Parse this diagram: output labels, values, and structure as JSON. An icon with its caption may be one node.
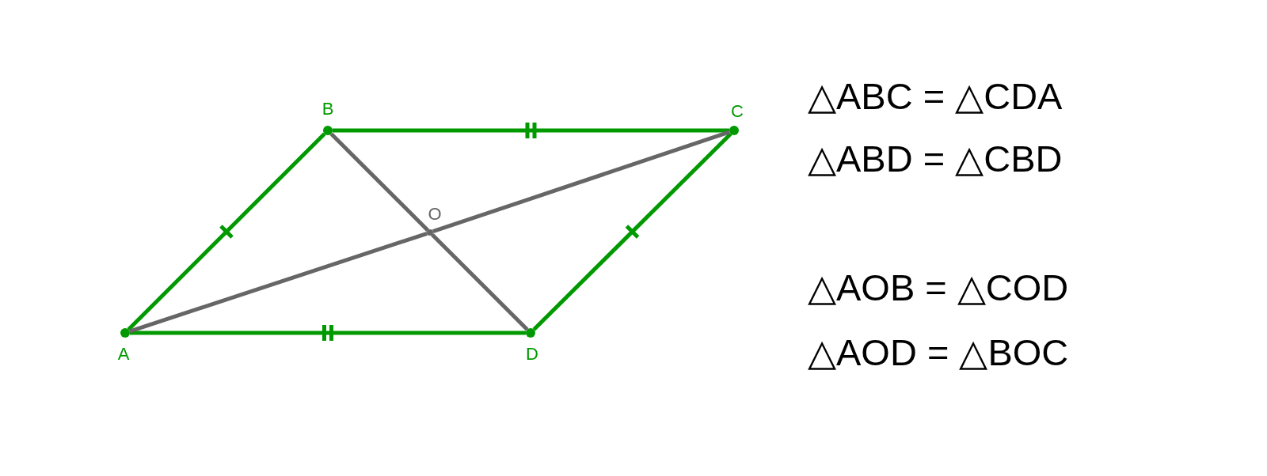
{
  "diagram": {
    "nodes": [
      {
        "text": [],
        "shape": "circle",
        "beside": [
          "A"
        ]
      },
      {
        "text": [],
        "shape": "circle",
        "beside": [
          "B"
        ]
      },
      {
        "text": [],
        "shape": "circle",
        "beside": [
          "C"
        ]
      },
      {
        "text": [],
        "shape": "circle",
        "beside": [
          "D"
        ]
      },
      {
        "text": [],
        "shape": "circle",
        "beside": [
          "O"
        ]
      }
    ],
    "edges": [
      {
        "from": 0,
        "to": 1,
        "arrow": "none"
      },
      {
        "from": 1,
        "to": 2,
        "arrow": "none"
      },
      {
        "from": 2,
        "to": 3,
        "arrow": "none"
      },
      {
        "from": 3,
        "to": 0,
        "arrow": "none"
      },
      {
        "from": 0,
        "to": 4,
        "arrow": "none",
        "color": "#666666"
      },
      {
        "from": 4,
        "to": 2,
        "arrow": "none",
        "color": "#666666"
      },
      {
        "from": 1,
        "to": 4,
        "arrow": "none",
        "color": "#666666"
      },
      {
        "from": 4,
        "to": 3,
        "arrow": "none",
        "color": "#666666"
      }
    ],
    "labels": [
      "△ABC = △CDA",
      "△ABD = △CBD",
      "△AOB = △COD",
      "△AOD = △BOC"
    ]
  }
}
